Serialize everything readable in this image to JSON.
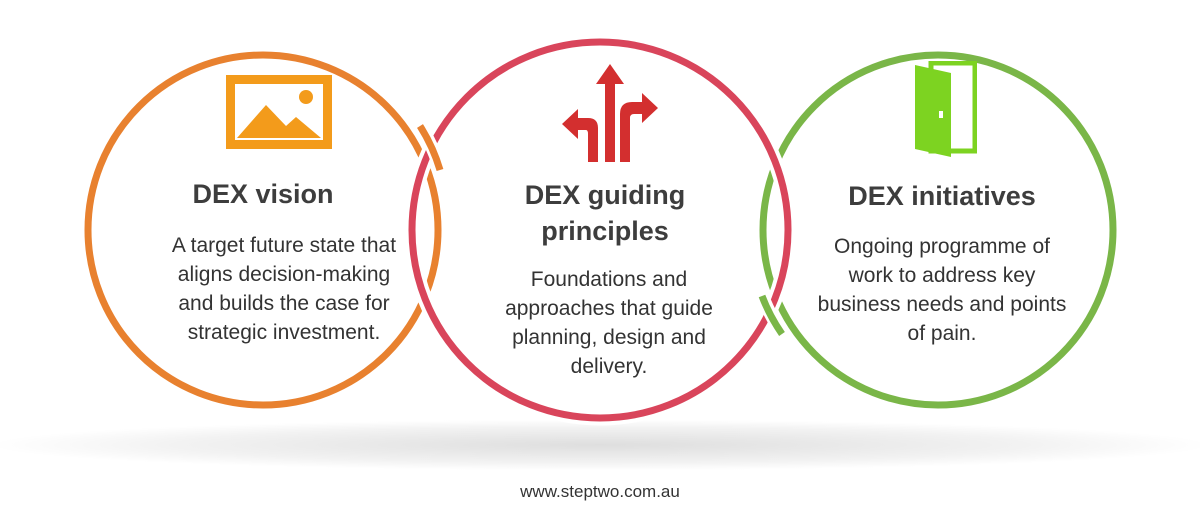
{
  "circles": [
    {
      "icon": "image-icon",
      "title": "DEX vision",
      "description": "A target future state that aligns decision-making and builds the case for strategic investment.",
      "color": "#e8812f"
    },
    {
      "icon": "direction-arrows-icon",
      "title": "DEX guiding principles",
      "description": "Foundations and approaches that guide planning, design and delivery.",
      "color": "#d9455b"
    },
    {
      "icon": "open-door-icon",
      "title": "DEX initiatives",
      "description": "Ongoing programme of work to address key business needs and points of pain.",
      "color": "#7ab648"
    }
  ],
  "colors": {
    "orange_icon": "#f39b1b",
    "red_icon": "#d32f2f",
    "green_icon": "#7dd321"
  },
  "footer": "www.steptwo.com.au"
}
